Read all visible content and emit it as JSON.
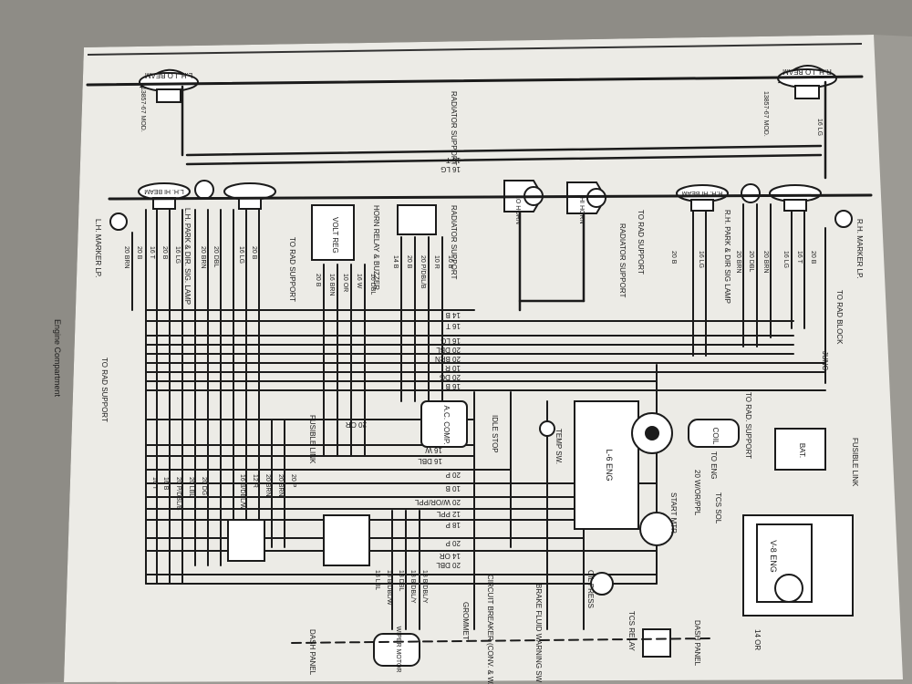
{
  "diagram": {
    "caption": "Engine Compartment",
    "wires": {
      "horizontal": [
        "14 B",
        "16 T",
        "16 LG",
        "20 DBL",
        "20 BRN",
        "10 R",
        "20 DG",
        "16 B",
        "20 OR",
        "16 W",
        "16 DBL",
        "20 P",
        "10 B",
        "20 W/OR/PPL",
        "12 PPL",
        "18 P",
        "20 P",
        "14 OR",
        "20 DBL"
      ],
      "top_run": [
        "16 T",
        "16 LG"
      ],
      "left_stack": [
        "20 BRN",
        "20 B",
        "16 T",
        "20 B",
        "16 LG",
        "20 BRN",
        "20 DBL",
        "16 LG",
        "20 B"
      ],
      "lower_left_stack": [
        "16 T",
        "16 B",
        "20 P/DBL/B",
        "20 LBL",
        "20 DG",
        "16 B/DBL/W",
        "12 R",
        "20 BRN",
        "20 BRN",
        "20 P"
      ],
      "right_stack": [
        "20 B",
        "16 LG",
        "20 BRN",
        "20 DBL",
        "20 BRN",
        "16 LG",
        "16 T",
        "20 B",
        "16 LG"
      ],
      "horn_relay_stack": [
        "14 B",
        "20 B",
        "20 P/DBL/B",
        "10 R",
        "10 B"
      ],
      "volt_reg_stack": [
        "20 B",
        "16 BRN",
        "10 OR",
        "16 W",
        "16 DBL"
      ],
      "wiper_stack": [
        "18 LBL",
        "18 B/DBL/W",
        "18 DBL",
        "18 B/DBL/Y",
        "18 B/DBL/Y"
      ]
    },
    "labels": {
      "lh_headlamp": "L.H. LO BEAM",
      "rh_headlamp": "R.H. LO BEAM",
      "lh_hi_beam": "L.H. HI BEAM",
      "rh_hi_beam": "R.H. HI BEAM",
      "lh_park": "L.H. PARK & DIR. SIG. LAMP",
      "rh_park": "R.H. PARK & DIR SIG LAMP",
      "lh_marker": "L.H. MARKER LP.",
      "rh_marker": "R.H. MARKER LP.",
      "lh_mod": "13857-67 MOD.",
      "rh_mod": "13857-67 MOD.",
      "radiator_support_top": "RADIATOR SUPPORT",
      "radiator_support_mid": "RADIATOR SUPPORT",
      "radiator_support_right": "RADIATOR SUPPORT",
      "to_rad_support_1": "TO RAD SUPPORT",
      "to_rad_support_2": "TO RAD SUPPORT",
      "to_rad_support_3": "TO RAD SUPPORT",
      "to_rad_support_4": "TO RAD. SUPPORT",
      "to_rad_block": "TO RAD BLOCK",
      "horn_lo": "LO HORN",
      "horn_hi": "HI HORN",
      "horn_relay": "HORN RELAY & BUZZER",
      "volt_reg": "VOLT REG",
      "ac_comp": "A.C. COMP.",
      "fusible_link_1": "FUSIBLE LINK",
      "fusible_link_2": "FUSIBLE LINK",
      "idle_stop": "IDLE STOP",
      "temp_sw": "TEMP SW.",
      "l6_eng": "L-6 ENG",
      "v8_eng": "V-8 ENG",
      "coil": "COIL",
      "to_eng": "TO ENG",
      "start_mtr": "START MTR",
      "batt": "BAT.",
      "junc": "JUNC",
      "tcs_sol": "TCS SOL",
      "tcs_relay": "TCS RELAY",
      "oil_press": "OIL PRESS",
      "brake_warn": "BRAKE FLUID WARNING SW",
      "circuit_breaker": "CIRCUIT BREAKER (CONV. & WAG)",
      "grommet": "GROMMET",
      "wiper_motor": "WIPER MOTOR",
      "dash_panel_left": "DASH PANEL",
      "dash_panel_right": "DASH PANEL",
      "relay_14or": "14 OR",
      "coil_wire": "20 W/OR/PPL"
    }
  }
}
